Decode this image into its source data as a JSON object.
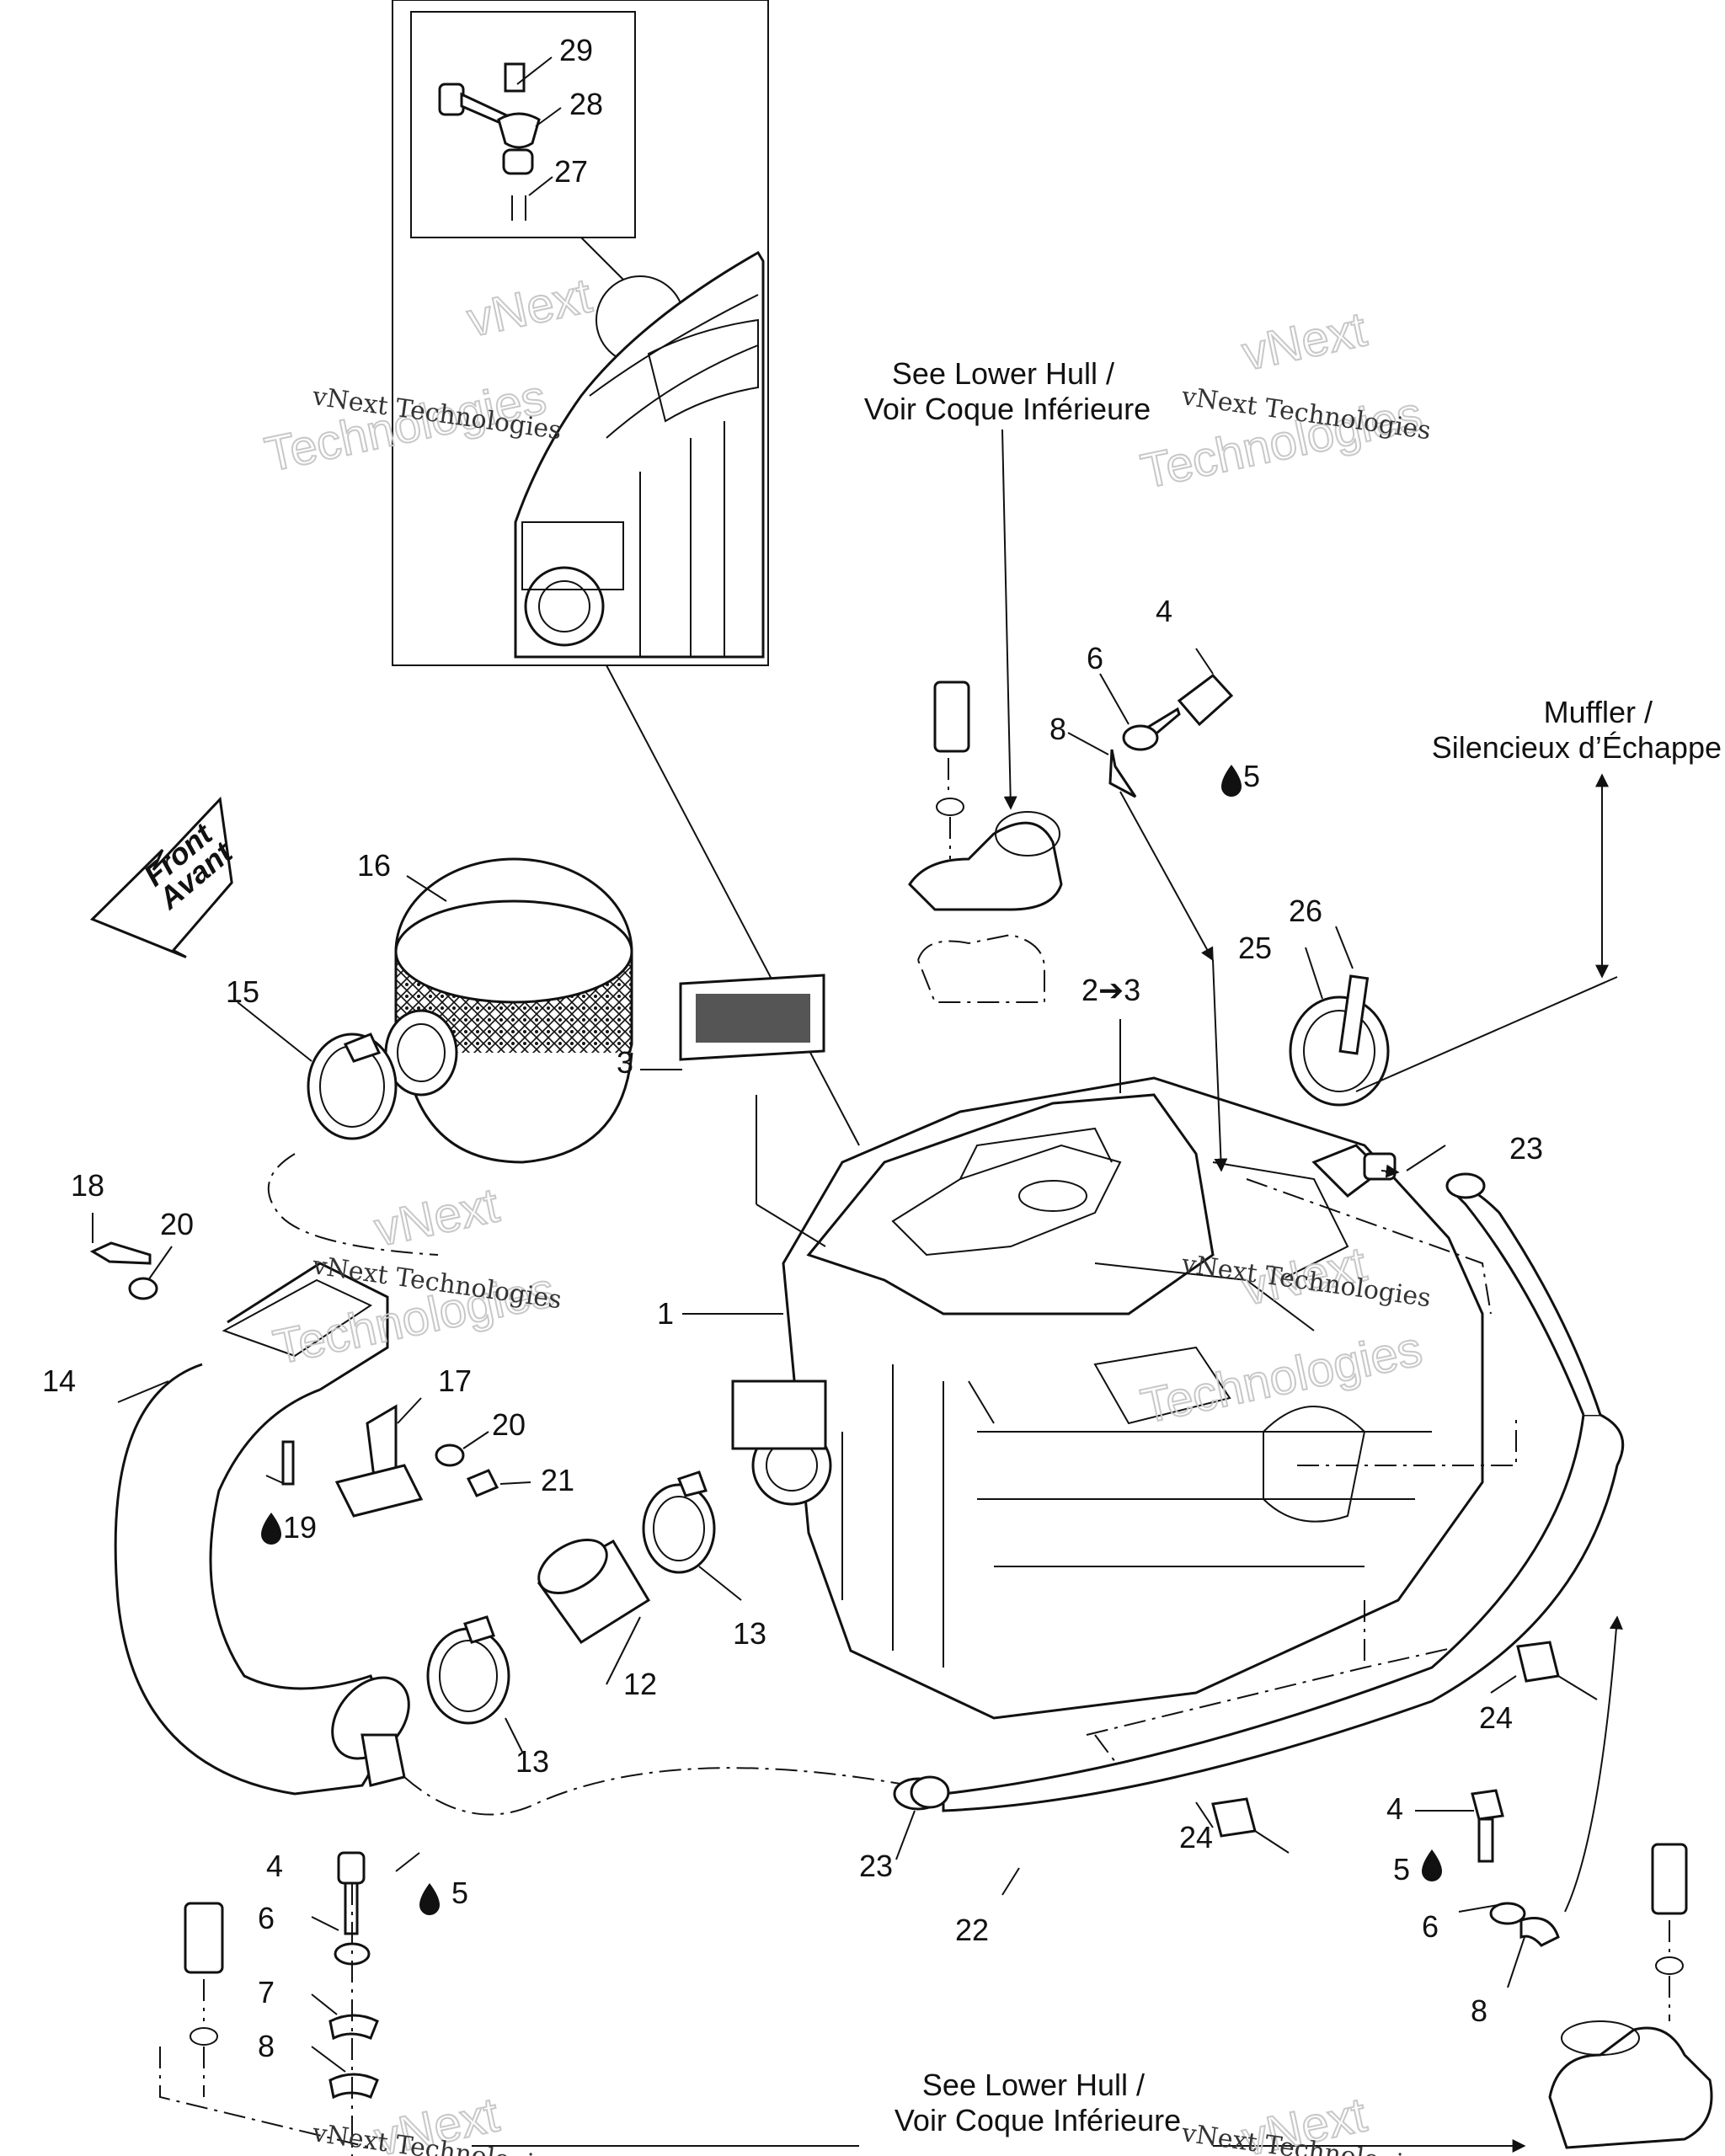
{
  "callouts": {
    "hull_top": "See Lower Hull /\nVoir Coque Inférieure",
    "hull_bottom": "See Lower Hull /\nVoir Coque Inférieure",
    "muffler": "Muffler /\nSilencieux d’Échappe",
    "front": "Front\nAvant"
  },
  "part_labels": {
    "p1": "1",
    "p2to3": "2➔3",
    "p3": "3",
    "p4a": "4",
    "p5a": "5",
    "p6a": "6",
    "p8a": "8",
    "p4b": "4",
    "p5b": "5",
    "p6b": "6",
    "p7": "7",
    "p8b": "8",
    "p4c": "4",
    "p5c": "5",
    "p6c": "6",
    "p8c": "8",
    "p12": "12",
    "p13a": "13",
    "p13b": "13",
    "p14": "14",
    "p15": "15",
    "p16": "16",
    "p17": "17",
    "p18": "18",
    "p19": "19",
    "p20a": "20",
    "p20b": "20",
    "p21": "21",
    "p22": "22",
    "p23a": "23",
    "p23b": "23",
    "p24a": "24",
    "p24b": "24",
    "p25": "25",
    "p26": "26",
    "p27": "27",
    "p28": "28",
    "p29": "29"
  },
  "watermarks": {
    "small": "vNext Technologies",
    "big_line1": "vNext",
    "big_line2": "Technologies"
  },
  "icons": {
    "oil_drop": "oil-drop-icon",
    "front_arrow": "front-direction-arrow-icon"
  }
}
